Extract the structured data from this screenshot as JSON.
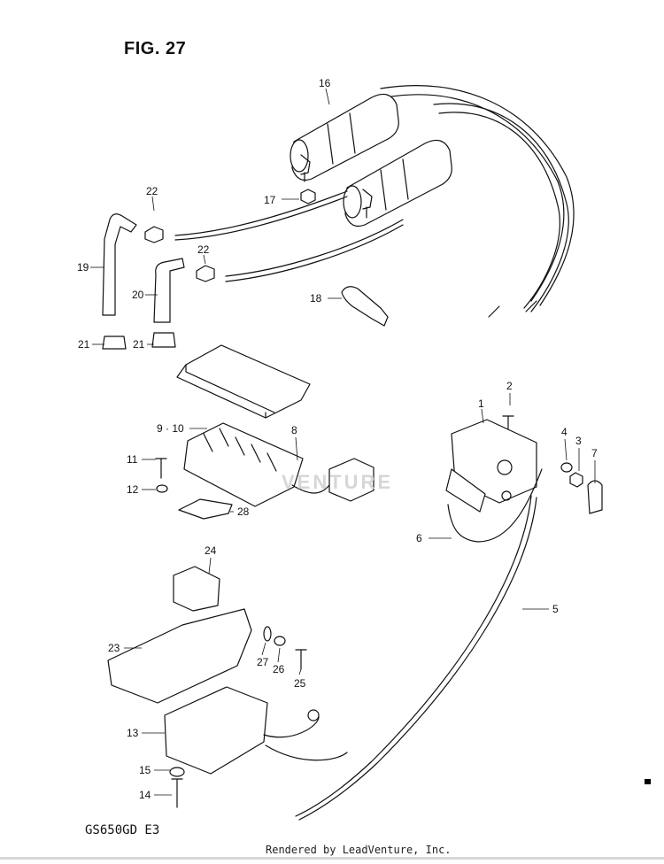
{
  "figure": {
    "title": "FIG. 27",
    "model": "GS650GD  E3",
    "footer": "Rendered by LeadVenture, Inc.",
    "watermark": "VENTURE"
  },
  "callouts": [
    {
      "id": "1",
      "label": "1"
    },
    {
      "id": "2",
      "label": "2"
    },
    {
      "id": "3",
      "label": "3"
    },
    {
      "id": "4",
      "label": "4"
    },
    {
      "id": "5",
      "label": "5"
    },
    {
      "id": "6",
      "label": "6"
    },
    {
      "id": "7",
      "label": "7"
    },
    {
      "id": "8",
      "label": "8"
    },
    {
      "id": "9-10",
      "label": "9 · 10"
    },
    {
      "id": "11",
      "label": "11"
    },
    {
      "id": "12",
      "label": "12"
    },
    {
      "id": "13",
      "label": "13"
    },
    {
      "id": "14",
      "label": "14"
    },
    {
      "id": "15",
      "label": "15"
    },
    {
      "id": "16",
      "label": "16"
    },
    {
      "id": "17",
      "label": "17"
    },
    {
      "id": "18",
      "label": "18"
    },
    {
      "id": "19",
      "label": "19"
    },
    {
      "id": "20",
      "label": "20"
    },
    {
      "id": "21a",
      "label": "21"
    },
    {
      "id": "21b",
      "label": "21"
    },
    {
      "id": "22a",
      "label": "22"
    },
    {
      "id": "22b",
      "label": "22"
    },
    {
      "id": "23",
      "label": "23"
    },
    {
      "id": "24",
      "label": "24"
    },
    {
      "id": "25",
      "label": "25"
    },
    {
      "id": "26",
      "label": "26"
    },
    {
      "id": "27",
      "label": "27"
    },
    {
      "id": "28",
      "label": "28"
    }
  ]
}
